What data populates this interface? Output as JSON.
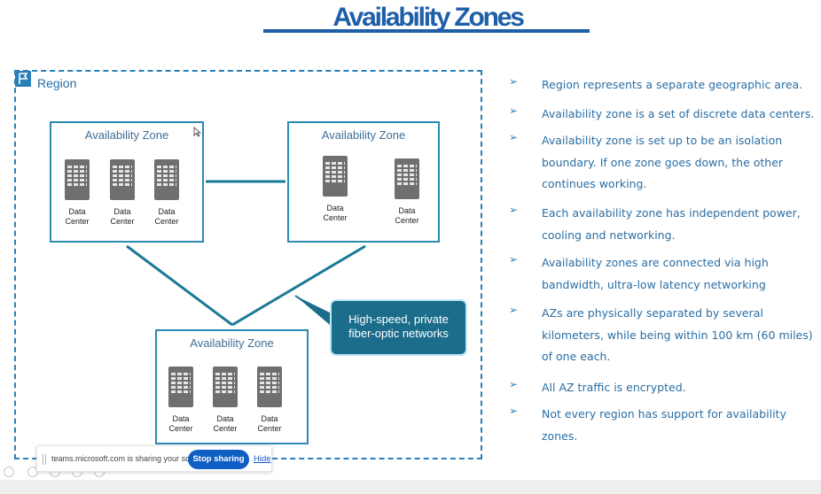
{
  "slide": {
    "title": "Availability Zones",
    "region_label": "Region",
    "zones": [
      {
        "title": "Availability Zone",
        "data_centers": [
          "Data\nCenter",
          "Data\nCenter",
          "Data\nCenter"
        ]
      },
      {
        "title": "Availability Zone",
        "data_centers": [
          "Data\nCenter",
          "Data\nCenter"
        ]
      },
      {
        "title": "Availability Zone",
        "data_centers": [
          "Data\nCenter",
          "Data\nCenter",
          "Data\nCenter"
        ]
      }
    ],
    "callout": "High-speed, private\nfiber-optic networks",
    "bullets": [
      "Region represents a separate geographic area.",
      "Availability zone is a set of discrete data centers.",
      "Availability zone is set up to be an isolation boundary. If one zone goes down, the other continues working.",
      "Each availability zone has independent power, cooling and networking.",
      "Availability zones are connected via high bandwidth, ultra-low latency networking",
      "AZs  are physically separated by several kilometers, while being within 100 km (60 miles) of one each.",
      "All AZ traffic is encrypted.",
      "Not every region has support for availability zones."
    ],
    "colors": {
      "title": "#1f5fa8",
      "accent": "#2b7fb8",
      "connector": "#1a7a96",
      "callout_bg": "#1c6d8c"
    }
  },
  "share_bar": {
    "message": "teams.microsoft.com is sharing your screen.",
    "stop_label": "Stop sharing",
    "hide_label": "Hide"
  }
}
